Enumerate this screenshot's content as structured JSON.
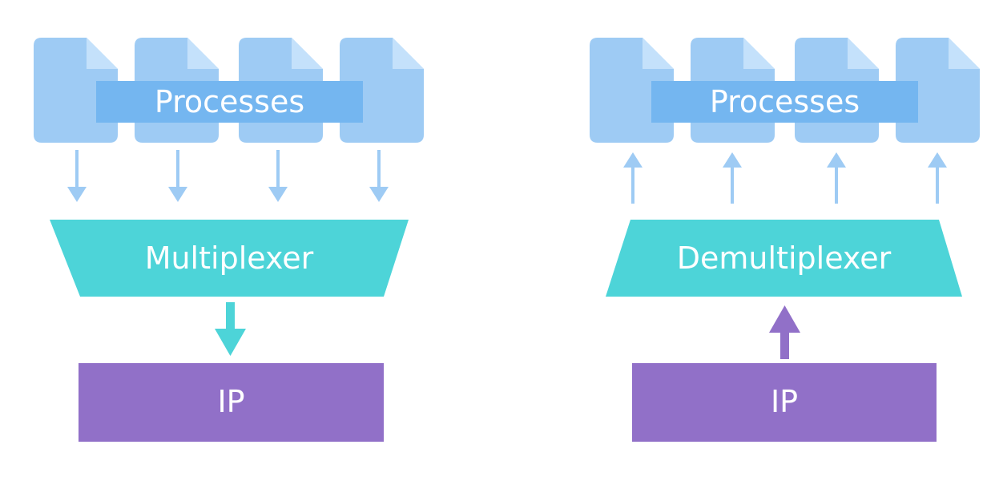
{
  "colors": {
    "doc_fill": "#9ecbf4",
    "doc_fold": "#c4e1fb",
    "processes_bar": "#74b6f0",
    "thin_arrow": "#9ecbf4",
    "mux_fill": "#4dd4d8",
    "ip_fill": "#9170c8",
    "thick_arrow_mux": "#4dd4d8",
    "thick_arrow_demux": "#9170c8",
    "text": "#ffffff"
  },
  "left": {
    "processes_label": "Processes",
    "mux_label": "Multiplexer",
    "ip_label": "IP",
    "flow": "down"
  },
  "right": {
    "processes_label": "Processes",
    "demux_label": "Demultiplexer",
    "ip_label": "IP",
    "flow": "up"
  }
}
